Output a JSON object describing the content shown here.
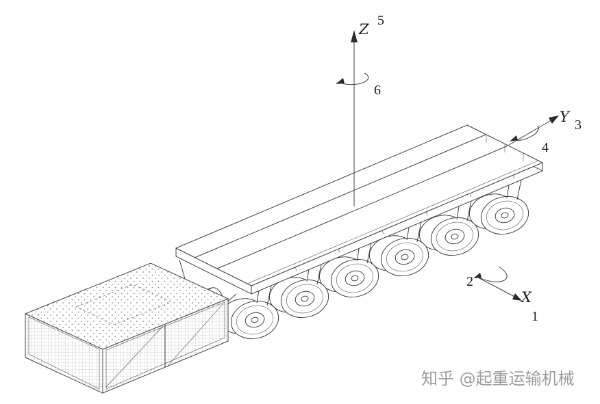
{
  "figure": {
    "subject": "six-axle modular transporter (flatbed with power pack unit), isometric technical line drawing",
    "background": "#ffffff",
    "line_color": "#3f3f3f"
  },
  "axes": {
    "z": {
      "label": "Z",
      "axis_callout": "5",
      "rotation_callout": "6"
    },
    "y": {
      "label": "Y",
      "axis_callout": "3",
      "rotation_callout": "4"
    },
    "x": {
      "label": "X",
      "axis_callout": "1",
      "rotation_callout": "2"
    }
  },
  "watermark": {
    "text": "知乎 @起重运输机械",
    "color": "#9e9e9e"
  }
}
